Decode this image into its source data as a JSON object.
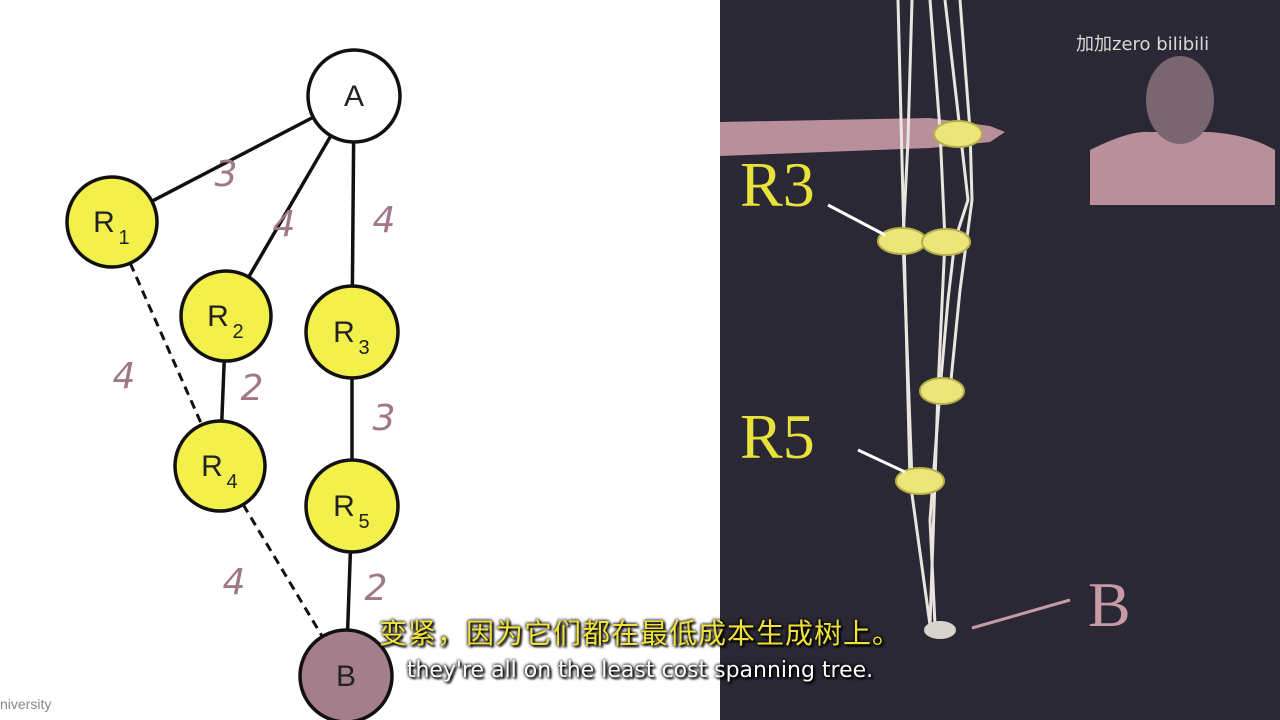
{
  "graph": {
    "nodes": [
      {
        "id": "A",
        "label": "A",
        "sub": "",
        "color": "#ffffff"
      },
      {
        "id": "R1",
        "label": "R",
        "sub": "1",
        "color": "#f3ef4b"
      },
      {
        "id": "R2",
        "label": "R",
        "sub": "2",
        "color": "#f3ef4b"
      },
      {
        "id": "R3",
        "label": "R",
        "sub": "3",
        "color": "#f3ef4b"
      },
      {
        "id": "R4",
        "label": "R",
        "sub": "4",
        "color": "#f3ef4b"
      },
      {
        "id": "R5",
        "label": "R",
        "sub": "5",
        "color": "#f3ef4b"
      },
      {
        "id": "B",
        "label": "B",
        "sub": "",
        "color": "#a57e8c"
      }
    ],
    "edges": [
      {
        "from": "A",
        "to": "R1",
        "weight": "3",
        "style": "solid"
      },
      {
        "from": "A",
        "to": "R2",
        "weight": "4",
        "style": "solid"
      },
      {
        "from": "A",
        "to": "R3",
        "weight": "4",
        "style": "solid"
      },
      {
        "from": "R1",
        "to": "R4",
        "weight": "4",
        "style": "dashed"
      },
      {
        "from": "R2",
        "to": "R4",
        "weight": "2",
        "style": "solid"
      },
      {
        "from": "R3",
        "to": "R5",
        "weight": "3",
        "style": "solid"
      },
      {
        "from": "R4",
        "to": "B",
        "weight": "4",
        "style": "dashed"
      },
      {
        "from": "R5",
        "to": "B",
        "weight": "2",
        "style": "solid"
      }
    ]
  },
  "photo": {
    "label_r3": "R3",
    "label_r5": "R5",
    "label_b": "B",
    "watermark": "加加zero bilibili"
  },
  "subtitles": {
    "zh": "变紧，因为它们都在最低成本生成树上。",
    "en": "they're all on the least cost spanning tree."
  },
  "footer": {
    "text": "niversity"
  }
}
